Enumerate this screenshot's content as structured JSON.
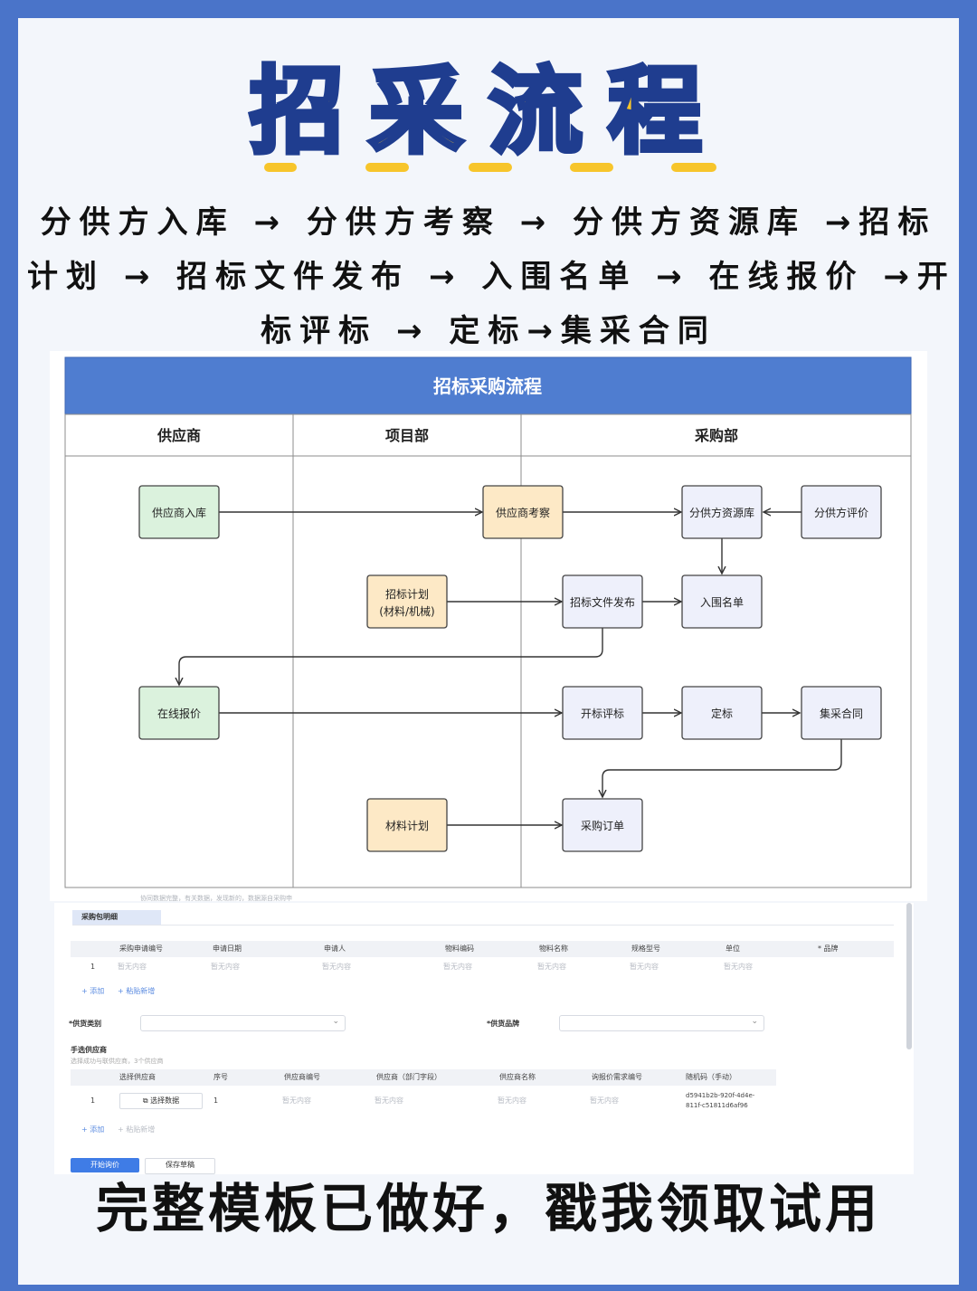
{
  "hero": {
    "title": "招采流程"
  },
  "flow_summary": {
    "line1": "分供方入库 → 分供方考察 → 分供方资源库 →招标",
    "line2": "计划 → 招标文件发布 → 入围名单 → 在线报价 →开",
    "line3": "标评标 → 定标→集采合同"
  },
  "diagram": {
    "title": "招标采购流程",
    "lanes": [
      "供应商",
      "项目部",
      "采购部"
    ],
    "nodes": {
      "supplier_onboard": "供应商入库",
      "supplier_inspect": "供应商考察",
      "sub_resource": "分供方资源库",
      "sub_eval": "分供方评价",
      "bid_plan_1": "招标计划",
      "bid_plan_2": "(材料/机械)",
      "bid_doc": "招标文件发布",
      "shortlist": "入围名单",
      "online_quote": "在线报价",
      "bid_open": "开标评标",
      "award": "定标",
      "contract": "集采合同",
      "material_plan": "材料计划",
      "purchase_order": "采购订单"
    },
    "colors": {
      "header": "#4f7dd0",
      "green": "#dbf2dd",
      "orange": "#fde9c6",
      "lavender": "#eef0fb"
    }
  },
  "ui_form": {
    "cut_text": "协同数据完整，有关数据，发现新的，数据源自采购申",
    "tab": "采购包明细",
    "table1": {
      "headers": [
        "采购申请编号",
        "申请日期",
        "申请人",
        "物料编码",
        "物料名称",
        "规格型号",
        "单位",
        "* 品牌"
      ],
      "row_index": "1",
      "placeholder": "暂无内容"
    },
    "add": "+ 添加",
    "paste": "+ 粘贴新增",
    "supply_category": "*供货类别",
    "supply_brand": "*供货品牌",
    "manual_supplier": "手选供应商",
    "manual_supplier_sub": "选择成功与联供应商，3个供应商",
    "table2": {
      "headers": [
        "选择供应商",
        "序号",
        "供应商编号",
        "供应商（部门字段）",
        "供应商名称",
        "询报价需求编号",
        "随机码（手动）"
      ],
      "row_index": "1",
      "select_btn": "⧉ 选择数据",
      "seq": "1",
      "random_code_1": "d5941b2b-920f-4d4e-",
      "random_code_2": "811f-c51811d6af96"
    },
    "start_inquiry": "开始询价",
    "save_draft": "保存草稿"
  },
  "cta": {
    "text": "完整模板已做好，戳我领取试用"
  }
}
